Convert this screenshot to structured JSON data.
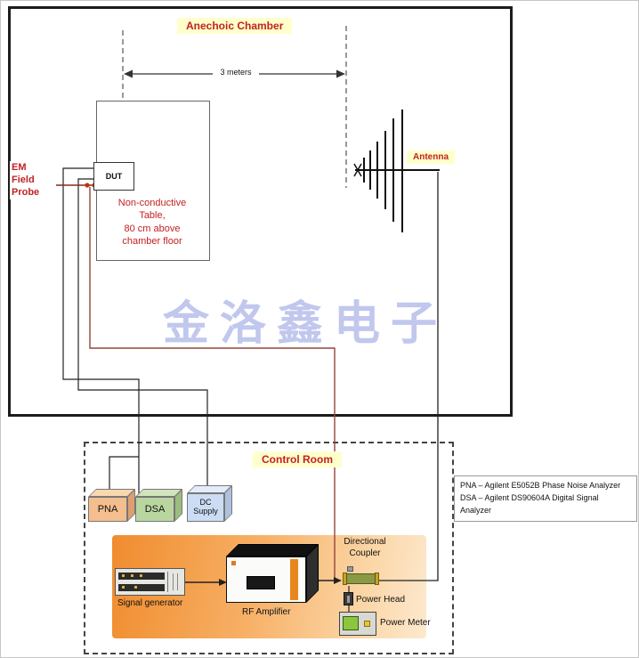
{
  "watermark_text": "金洛鑫电子",
  "chamber": {
    "title": "Anechoic Chamber",
    "distance_label": "3 meters",
    "dut_label": "DUT",
    "table_note_lines": [
      "Non-conductive",
      "Table,",
      "80 cm above",
      "chamber floor"
    ],
    "probe_label_lines": [
      "EM",
      "Field",
      "Probe"
    ],
    "antenna_label": "Antenna"
  },
  "control_room": {
    "title": "Control Room",
    "instruments": [
      {
        "label": "PNA"
      },
      {
        "label": "DSA"
      },
      {
        "label": "DC Supply",
        "label_lines": [
          "DC",
          "Supply"
        ]
      }
    ],
    "signal_generator_label": "Signal generator",
    "rf_amplifier_label": "RF Amplifier",
    "directional_coupler_label_lines": [
      "Directional",
      "Coupler"
    ],
    "power_head_label": "Power Head",
    "power_meter_label": "Power Meter"
  },
  "legend": {
    "lines": [
      "PNA – Agilent E5052B Phase Noise Analyzer",
      "DSA – Agilent DS90604A Digital Signal Analyzer"
    ]
  },
  "colors": {
    "label_red": "#c22121",
    "label_bg": "#ffffcc",
    "wire_maroon": "#94453a",
    "panel_orange": "#f08c2e",
    "pna_fill": "#f4be8e",
    "dsa_fill": "#bad6a0",
    "dc_supply_fill": "#ccdcf4",
    "watermark": "#8f9ae0"
  }
}
